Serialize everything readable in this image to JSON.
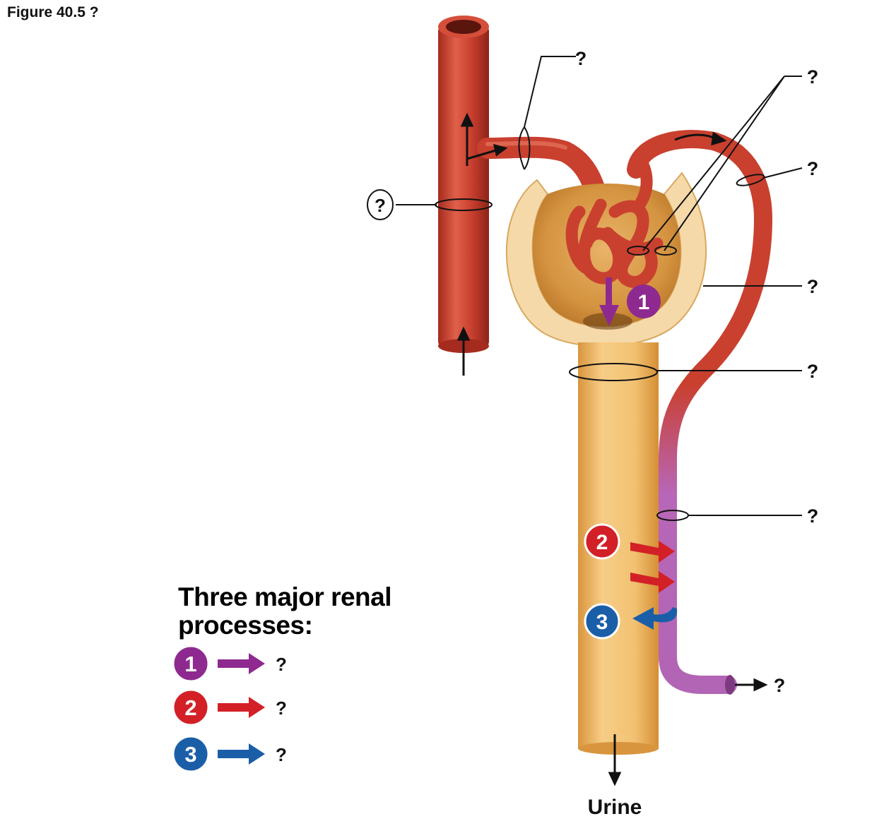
{
  "caption": "Figure 40.5  ?",
  "labels": {
    "efferent": "?",
    "capillary_pair": "?",
    "peritubular": "?",
    "capsule": "?",
    "tubule": "?",
    "purple_vessel": "?",
    "vein_out": "?",
    "circled": "?"
  },
  "urine": "Urine",
  "legend": {
    "title": "Three major renal processes:",
    "items": [
      {
        "num": "1",
        "text": "?",
        "color": "#8e2a8f"
      },
      {
        "num": "2",
        "text": "?",
        "color": "#d32027"
      },
      {
        "num": "3",
        "text": "?",
        "color": "#1b5ea8"
      }
    ]
  },
  "badges": [
    "1",
    "2",
    "3"
  ],
  "colors": {
    "vessel": "#c9402f",
    "vessel_dark": "#8e2318",
    "tubule": "#e9b15f",
    "capsule": "#f6d9a8",
    "purple_vessel": "#b265b4",
    "process1": "#8e2a8f",
    "process2": "#d32027",
    "process3": "#1b5ea8"
  }
}
